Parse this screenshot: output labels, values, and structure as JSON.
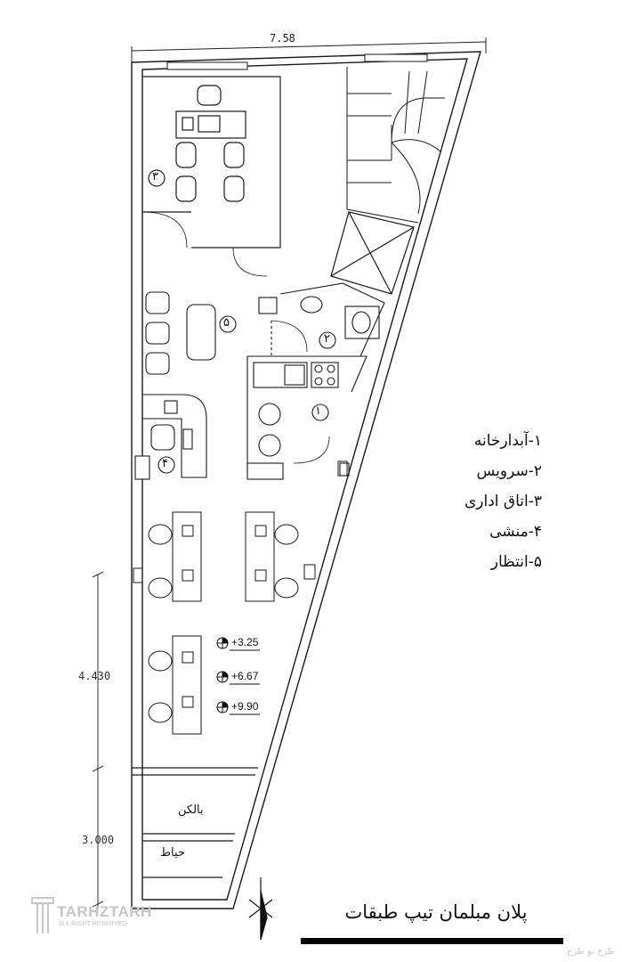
{
  "title": "پلان مبلمان تیپ طبقات",
  "dimensions": {
    "top_width": "7.58",
    "left_upper": "4.430",
    "left_lower": "3.000"
  },
  "legend": [
    "۱-آبدارخانه",
    "۲-سرویس",
    "۳-اتاق اداری",
    "۴-منشی",
    "۵-انتظار"
  ],
  "room_badges": [
    "۱",
    "۲",
    "۳",
    "۴",
    "۵"
  ],
  "levels": [
    "+3.25",
    "+6.67",
    "+9.90"
  ],
  "balcony_label": "بالکن",
  "yard_label": "حیاط",
  "watermark": {
    "brand": "TARHZTARH",
    "tagline": "ALL RIGHT RESERVED",
    "corner_text": "طرح تو طرح"
  },
  "colors": {
    "line": "#1a1a1a",
    "accent": "#000000"
  }
}
